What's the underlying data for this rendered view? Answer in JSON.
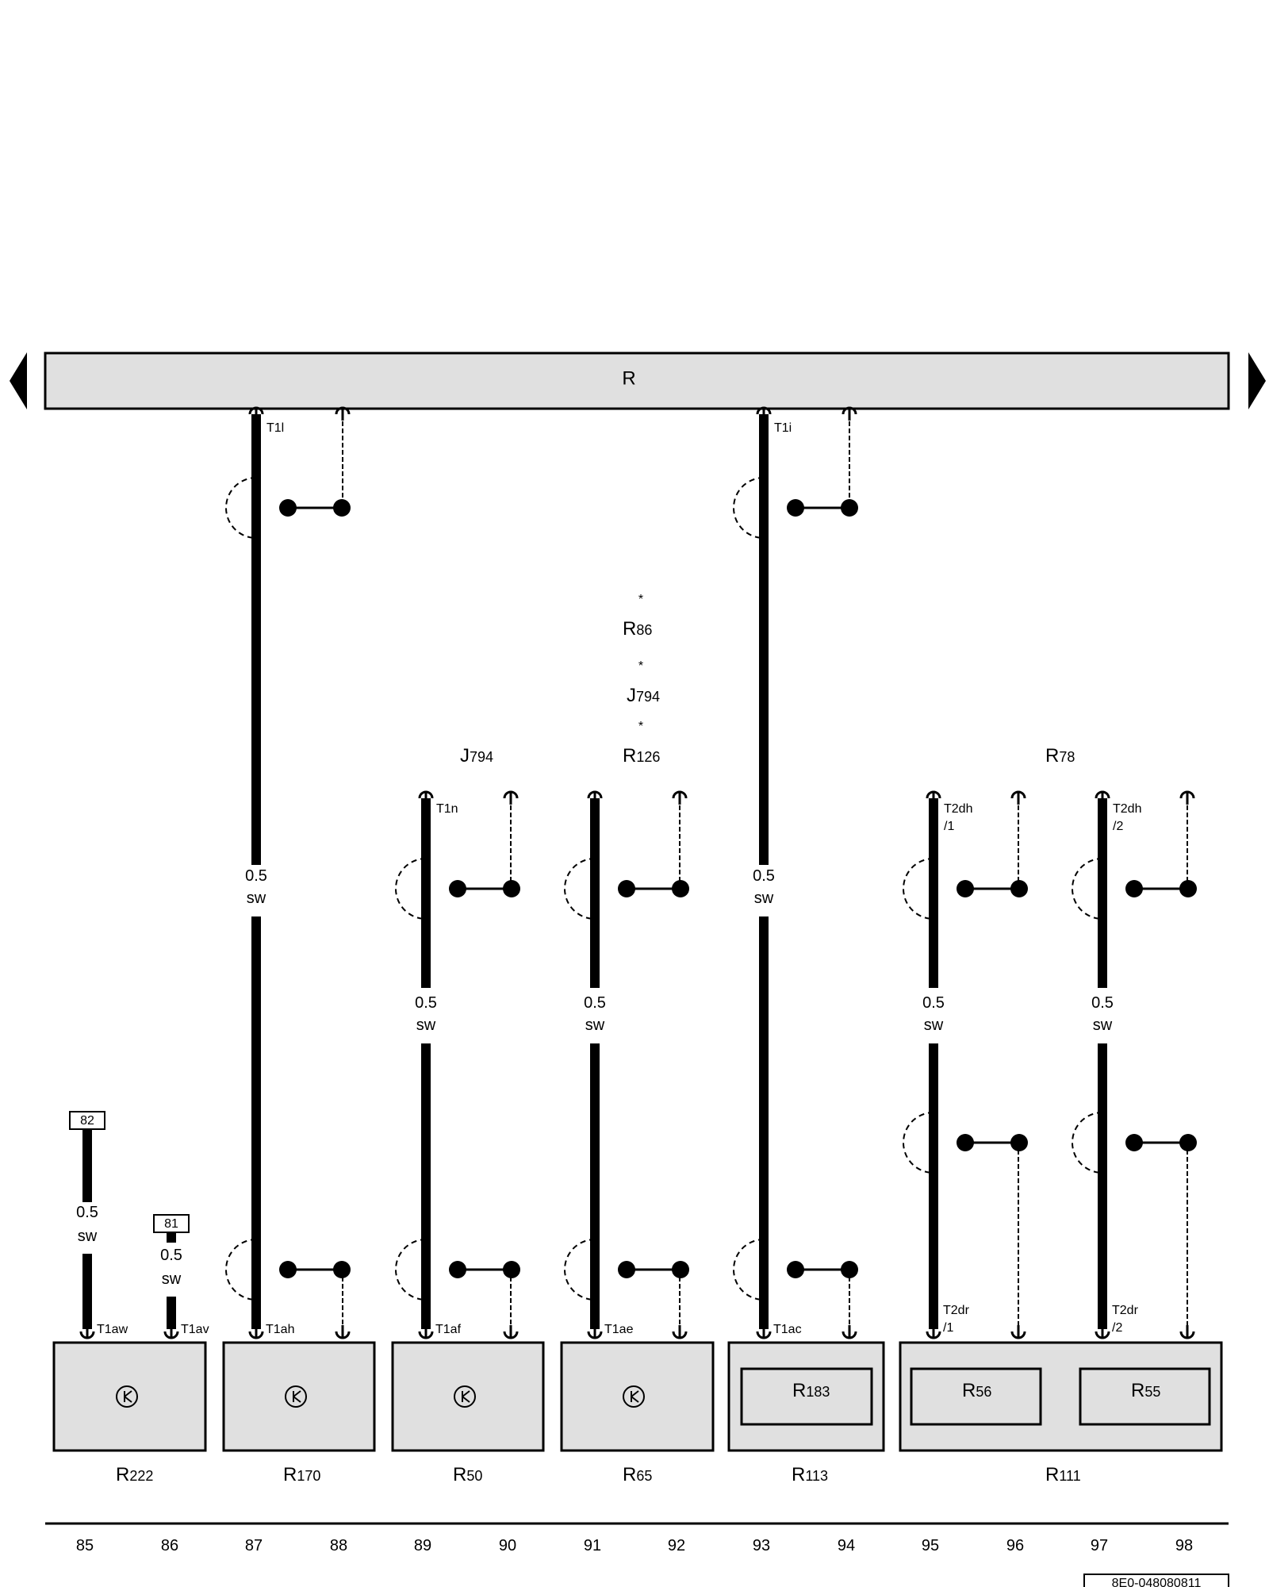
{
  "diagram": {
    "bus_label": "R",
    "drawing_code": "8E0-048080811",
    "column_numbers": [
      "85",
      "86",
      "87",
      "88",
      "89",
      "90",
      "91",
      "92",
      "93",
      "94",
      "95",
      "96",
      "97",
      "98"
    ],
    "top_labels": {
      "r86_star": "*",
      "r86_main": "R",
      "r86_sub": "86",
      "j794a_star": "*",
      "j794a_main": "J",
      "j794a_sub": "794",
      "r126_star": "*",
      "r126_main": "R",
      "r126_sub": "126",
      "j794b_main": "J",
      "j794b_sub": "794",
      "r78_main": "R",
      "r78_sub": "78"
    },
    "connectors": {
      "t1l": "T1l",
      "t1i": "T1i",
      "t1n": "T1n",
      "t2dh1_a": "T2dh",
      "t2dh1_b": "/1",
      "t2dh2_a": "T2dh",
      "t2dh2_b": "/2",
      "t1aw": "T1aw",
      "t1av": "T1av",
      "t1ah": "T1ah",
      "t1af": "T1af",
      "t1ae": "T1ae",
      "t1ac": "T1ac",
      "t2dr1_a": "T2dr",
      "t2dr1_b": "/1",
      "t2dr2_a": "T2dr",
      "t2dr2_b": "/2"
    },
    "wire_size": "0.5",
    "wire_color": "sw",
    "refs": {
      "ref82": "82",
      "ref81": "81"
    },
    "components": {
      "r222_main": "R",
      "r222_sub": "222",
      "r170_main": "R",
      "r170_sub": "170",
      "r50_main": "R",
      "r50_sub": "50",
      "r65_main": "R",
      "r65_sub": "65",
      "r113_main": "R",
      "r113_sub": "113",
      "r111_main": "R",
      "r111_sub": "111",
      "r183_main": "R",
      "r183_sub": "183",
      "r56_main": "R",
      "r56_sub": "56",
      "r55_main": "R",
      "r55_sub": "55"
    }
  }
}
